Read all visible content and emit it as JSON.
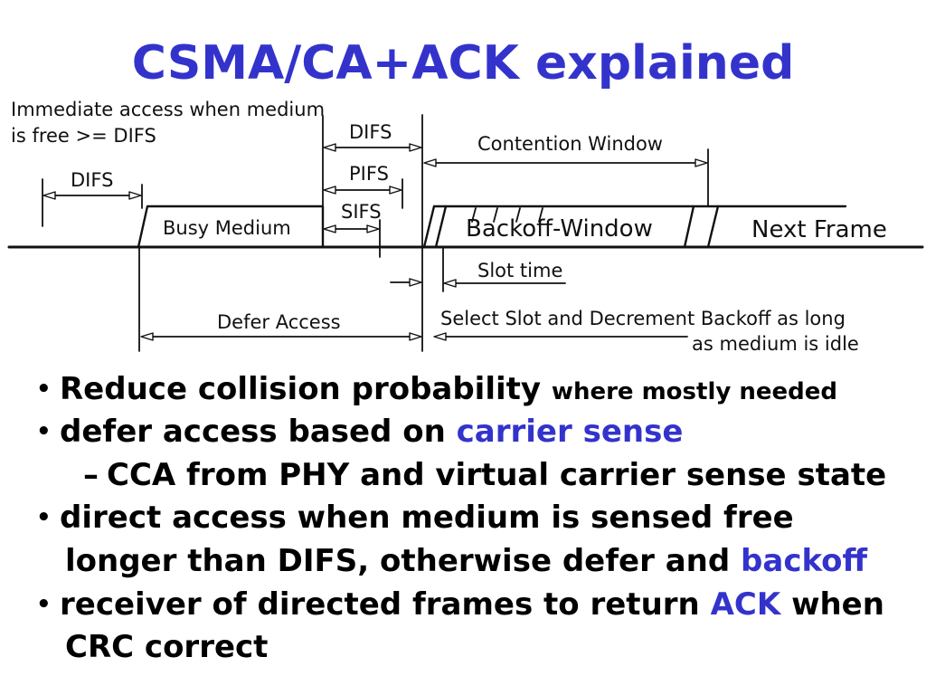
{
  "slide": {
    "title": "CSMA/CA+ACK explained"
  },
  "colors": {
    "title": "#3333CC",
    "highlight": "#3333CC",
    "text": "#000000",
    "diagram_ink": "#111111"
  },
  "diagram": {
    "immediate_access": [
      "Immediate access when medium",
      "is free >= DIFS"
    ],
    "difs_left": "DIFS",
    "busy_medium": "Busy Medium",
    "difs": "DIFS",
    "pifs": "PIFS",
    "sifs": "SIFS",
    "contention_window": "Contention Window",
    "backoff_window": "Backoff-Window",
    "next_frame": "Next Frame",
    "slot_time": "Slot time",
    "defer_access": "Defer Access",
    "select_slot": [
      "Select Slot and Decrement Backoff as long",
      "as medium is idle"
    ]
  },
  "bullets": {
    "marker": "•",
    "sub_marker": "–",
    "items": [
      {
        "text": "Reduce collision probability",
        "note": "where mostly needed"
      },
      {
        "text": "defer access based on",
        "highlight": "carrier sense",
        "sub_items": [
          "CCA from PHY and virtual carrier sense state"
        ]
      },
      {
        "text": "direct access when medium is sensed free",
        "continuation": "longer than DIFS, otherwise defer and",
        "highlight": "backoff"
      },
      {
        "text": "receiver of directed frames to return",
        "highlight": "ACK",
        "text_after": "when",
        "continuation": "CRC correct"
      }
    ]
  }
}
